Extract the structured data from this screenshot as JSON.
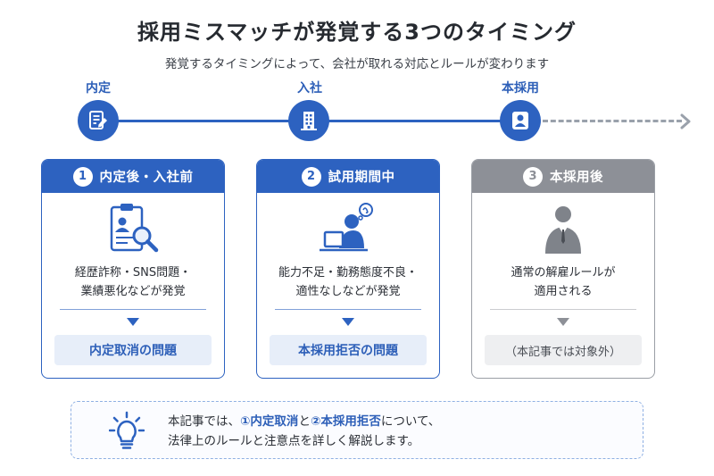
{
  "title": "採用ミスマッチが発覚する3つのタイミング",
  "subtitle": "発覚するタイミングによって、会社が取れる対応とルールが変わります",
  "timeline": {
    "stages": [
      {
        "label": "内定",
        "icon": "document-pen-icon"
      },
      {
        "label": "入社",
        "icon": "building-icon"
      },
      {
        "label": "本採用",
        "icon": "person-icon"
      }
    ]
  },
  "colors": {
    "accent": "#2d62c0",
    "gray": "#8d9097",
    "result_bg": "#e7eef9"
  },
  "cards": [
    {
      "number": "1",
      "title": "内定後・入社前",
      "illustration": "clipboard-search-icon",
      "desc_line1": "経歴詐称・SNS問題・",
      "desc_line2": "業績悪化などが発覚",
      "result": "内定取消の問題"
    },
    {
      "number": "2",
      "title": "試用期間中",
      "illustration": "worried-worker-icon",
      "desc_line1": "能力不足・勤務態度不良・",
      "desc_line2": "適性なしなどが発覚",
      "result": "本採用拒否の問題"
    },
    {
      "number": "3",
      "title": "本採用後",
      "illustration": "businessman-icon",
      "desc_line1": "通常の解雇ルールが",
      "desc_line2": "適用される",
      "result": "（本記事では対象外）"
    }
  ],
  "note": {
    "icon": "lightbulb-icon",
    "line1_a": "本記事では、",
    "line1_hl1": "①内定取消",
    "line1_b": "と",
    "line1_hl2": "②本採用拒否",
    "line1_c": "について、",
    "line2": "法律上のルールと注意点を詳しく解説します。"
  }
}
